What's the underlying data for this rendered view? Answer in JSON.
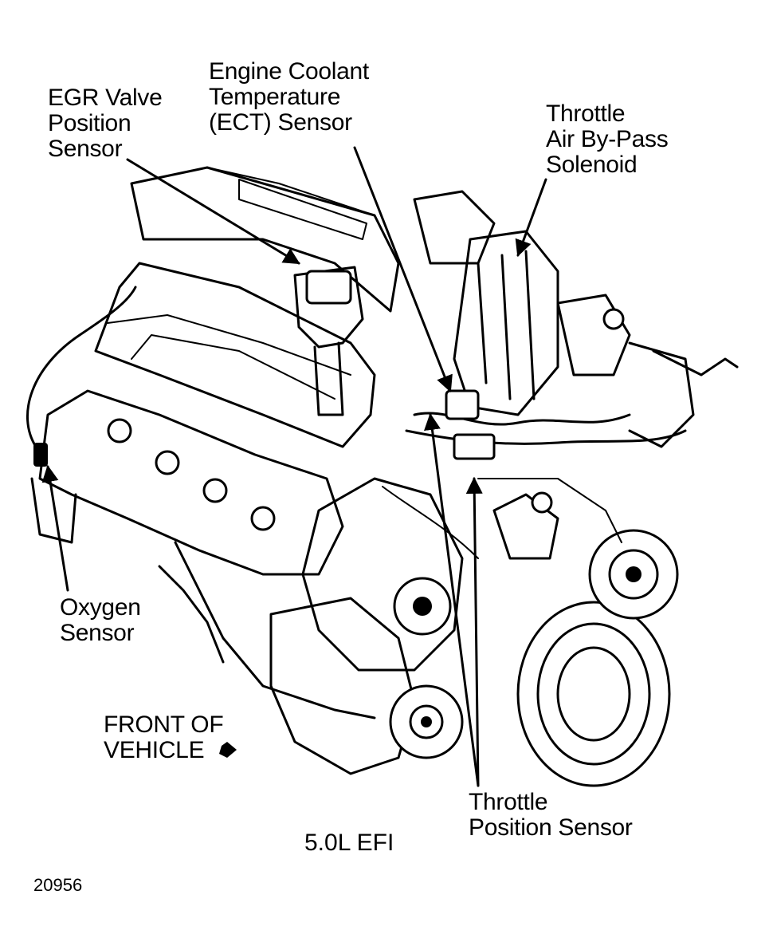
{
  "labels": {
    "egr_valve": "EGR Valve\nPosition\nSensor",
    "ect_sensor": "Engine Coolant\nTemperature\n(ECT) Sensor",
    "throttle_bypass": "Throttle\nAir By-Pass\nSolenoid",
    "oxygen_sensor": "Oxygen\nSensor",
    "front_of_vehicle": "FRONT OF\nVEHICLE",
    "throttle_position": "Throttle\nPosition Sensor"
  },
  "caption": "5.0L EFI",
  "figure_number": "20956"
}
